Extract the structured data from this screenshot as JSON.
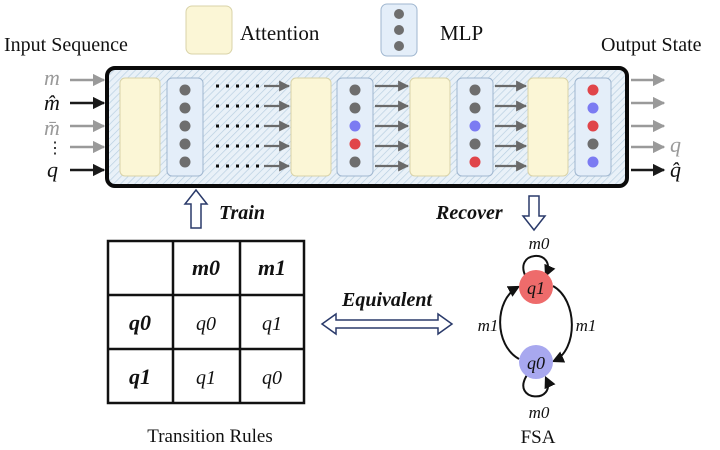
{
  "legend": {
    "attention_label": "Attention",
    "mlp_label": "MLP"
  },
  "labels": {
    "input_sequence": "Input Sequence",
    "output_state": "Output State",
    "train": "Train",
    "recover": "Recover",
    "equivalent": "Equivalent",
    "transition_rules": "Transition Rules",
    "fsa": "FSA"
  },
  "inputs": [
    "m",
    "m̂",
    "m̄",
    "q"
  ],
  "outputs": [
    "q",
    "q̂"
  ],
  "table": {
    "col_headers": [
      "m0",
      "m1"
    ],
    "row_headers": [
      "q0",
      "q1"
    ],
    "cells": [
      [
        "q0",
        "q1"
      ],
      [
        "q1",
        "q0"
      ]
    ]
  },
  "fsa": {
    "states": [
      "q1",
      "q0"
    ],
    "self_loop_top": "m0",
    "self_loop_bottom": "m0",
    "edge_left": "m1",
    "edge_right": "m1"
  },
  "colors": {
    "attention_fill": "#fbf6d6",
    "mlp_fill": "#e4eef9",
    "dot_gray": "#6e6e6e",
    "dot_blue": "#7b7bf2",
    "dot_red": "#e0454a",
    "state_q1": "#ee6b6b",
    "state_q0": "#a8a8ef"
  },
  "mlp_blocks": [
    [
      "gray",
      "gray",
      "gray",
      "gray",
      "gray"
    ],
    [
      "gray",
      "gray",
      "blue",
      "red",
      "gray"
    ],
    [
      "gray",
      "gray",
      "blue",
      "gray",
      "red"
    ],
    [
      "red",
      "blue",
      "red",
      "gray",
      "blue"
    ]
  ]
}
